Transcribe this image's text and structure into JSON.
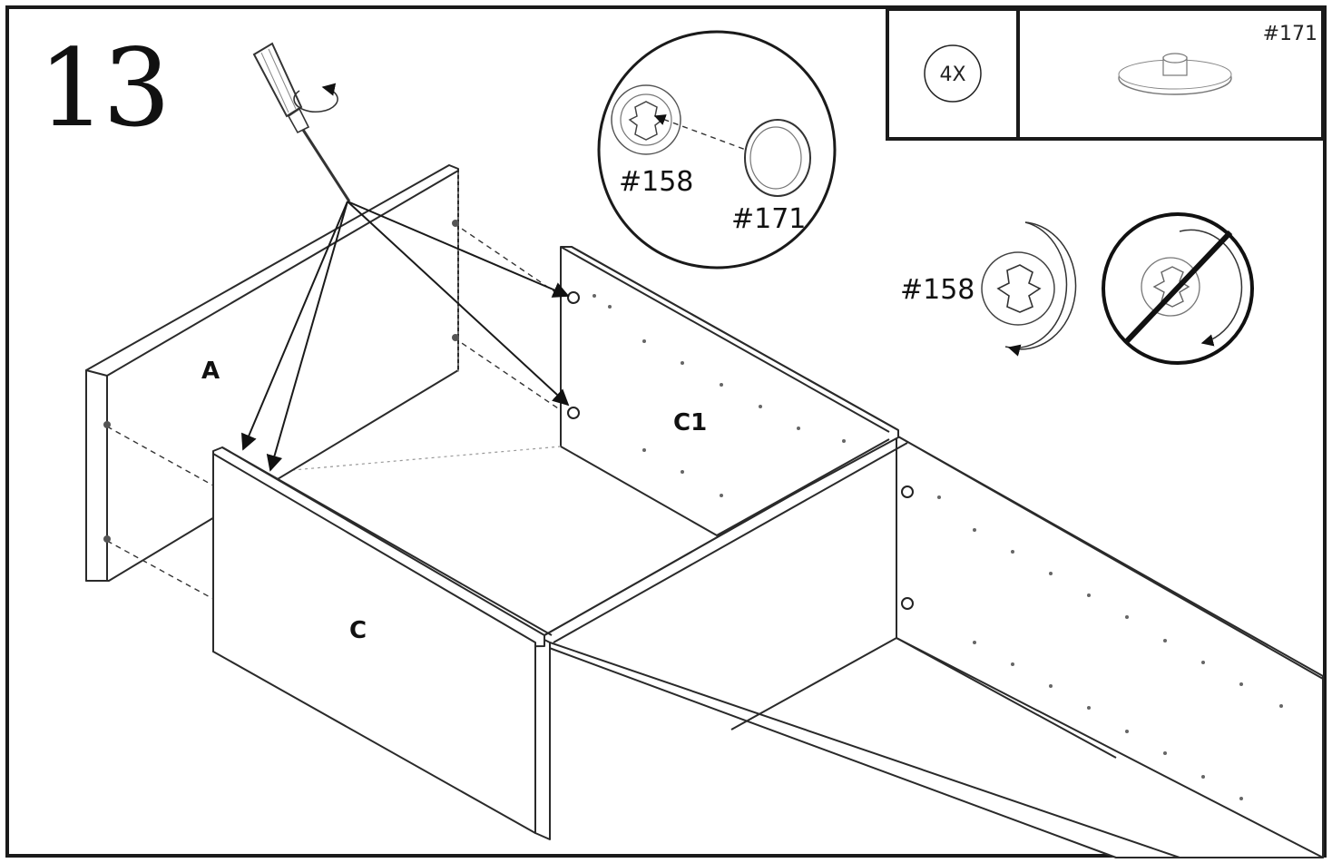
{
  "step": {
    "number": "13"
  },
  "hardware_box": {
    "quantity": "4X",
    "part_label": "#171"
  },
  "detail_callout": {
    "cam_label": "#158",
    "cap_label": "#171"
  },
  "rotation_detail": {
    "cam_label": "#158"
  },
  "panels": {
    "a": "A",
    "c": "C",
    "c1": "C1"
  }
}
